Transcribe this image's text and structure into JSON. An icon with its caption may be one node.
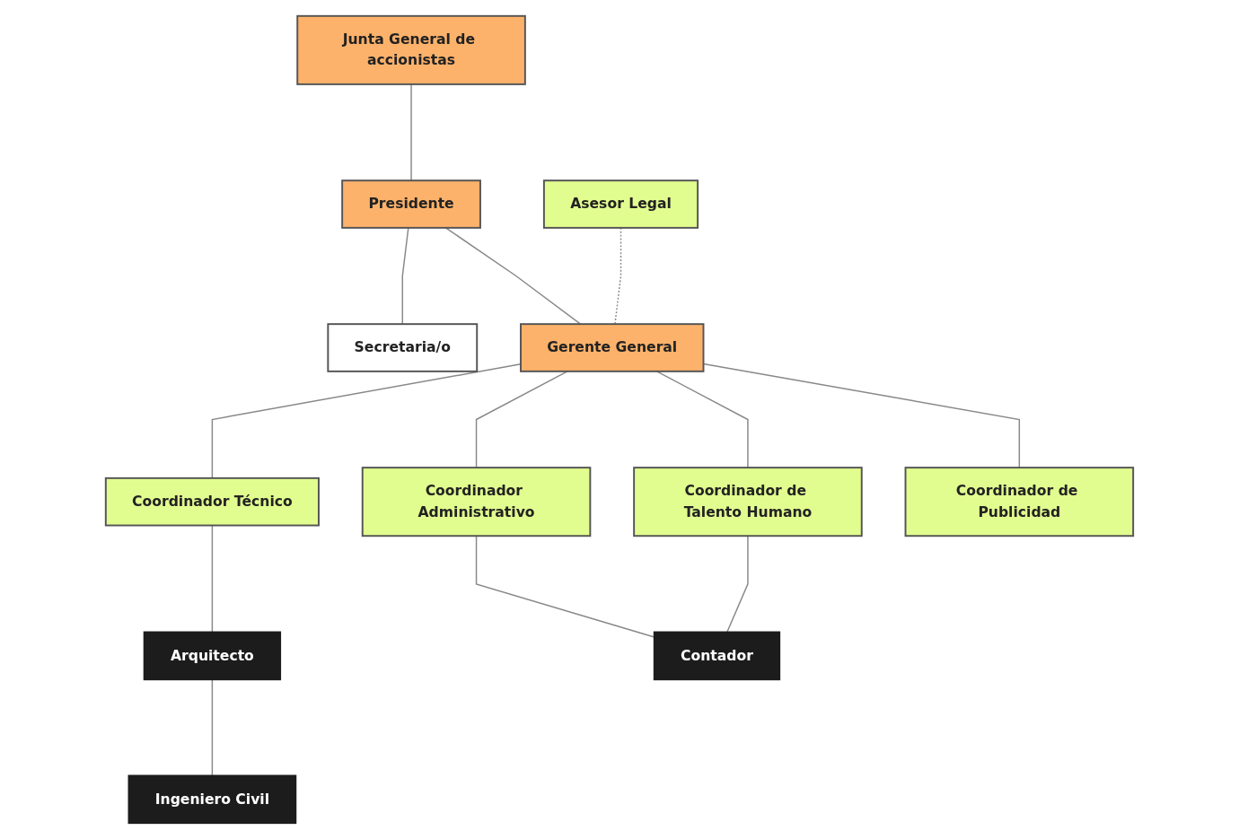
{
  "diagram": {
    "nodes": [
      {
        "text": [
          "Junta General de accionistas"
        ]
      },
      {
        "text": [
          "Presidente"
        ]
      },
      {
        "text": [
          "Secretaria/o"
        ]
      },
      {
        "text": [
          "Asesor Legal"
        ]
      },
      {
        "text": [
          "Gerente General"
        ]
      },
      {
        "text": [
          "Coordinador Técnico"
        ]
      },
      {
        "text": [
          "Coordinador Administrativo"
        ]
      },
      {
        "text": [
          "Coordinador de Talento Humano"
        ]
      },
      {
        "text": [
          "Coordinador de Publicidad"
        ]
      },
      {
        "text": [
          "Arquitecto"
        ]
      },
      {
        "text": [
          "Ingeniero Civil"
        ]
      },
      {
        "text": [
          "Contador"
        ]
      }
    ],
    "edges": [
      {
        "from": 0,
        "to": 1,
        "arrow": "none"
      },
      {
        "from": 1,
        "to": 2,
        "arrow": "none"
      },
      {
        "from": 1,
        "to": 4,
        "arrow": "none"
      },
      {
        "from": 3,
        "to": 4,
        "arrow": "none",
        "style": "dashed"
      },
      {
        "from": 4,
        "to": 5,
        "arrow": "none"
      },
      {
        "from": 4,
        "to": 6,
        "arrow": "none"
      },
      {
        "from": 4,
        "to": 7,
        "arrow": "none"
      },
      {
        "from": 4,
        "to": 8,
        "arrow": "none"
      },
      {
        "from": 5,
        "to": 9,
        "arrow": "none"
      },
      {
        "from": 9,
        "to": 10,
        "arrow": "none"
      },
      {
        "from": 6,
        "to": 11,
        "arrow": "none"
      },
      {
        "from": 7,
        "to": 11,
        "arrow": "none"
      }
    ]
  }
}
